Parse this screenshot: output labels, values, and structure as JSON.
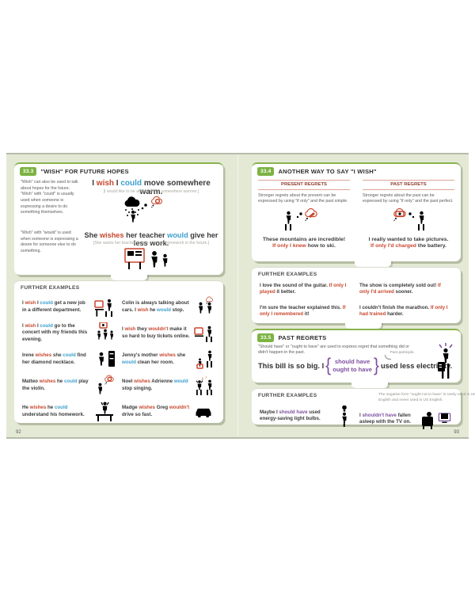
{
  "colors": {
    "accent_green": "#7cb342",
    "wish_red": "#c8472e",
    "modal_blue": "#3d9fce",
    "regret_purple": "#7d4fa0",
    "spread_bg": "#e4e9d6"
  },
  "spread": {
    "left_page": {
      "page_number": "92",
      "module": {
        "number": "33.3",
        "title": "\"WISH\" FOR FUTURE HOPES",
        "note1": "\"Wish\" can also be used to talk about hopes for the future. \"Wish\" with \"could\" is usually used when someone is expressing a desire to do something themselves.",
        "note2": "\"Wish\" with \"would\" is used when someone is expressing a desire for someone else to do something.",
        "sentence1": [
          {
            "t": "I ",
            "c": "k"
          },
          {
            "t": "wish",
            "c": "r"
          },
          {
            "t": " I ",
            "c": "k"
          },
          {
            "t": "could",
            "c": "b"
          },
          {
            "t": " move somewhere warm.",
            "c": "k"
          }
        ],
        "gloss1": "[I would like to be able to move somewhere warmer.]",
        "sentence2": [
          {
            "t": "She ",
            "c": "k"
          },
          {
            "t": "wishes",
            "c": "r"
          },
          {
            "t": " her teacher ",
            "c": "k"
          },
          {
            "t": "would",
            "c": "b"
          },
          {
            "t": " give her less work.",
            "c": "k"
          }
        ],
        "gloss2": "[She wants her teacher to give out less homework in the future.]"
      },
      "further_examples": {
        "title": "FURTHER EXAMPLES",
        "items": [
          {
            "icon": "new-job-icon",
            "segments": [
              {
                "t": "I ",
                "c": "k"
              },
              {
                "t": "wish",
                "c": "r"
              },
              {
                "t": " I ",
                "c": "k"
              },
              {
                "t": "could",
                "c": "b"
              },
              {
                "t": " get a new job in a different department.",
                "c": "k"
              }
            ]
          },
          {
            "icon": "car-talk-icon",
            "segments": [
              {
                "t": "Colin is always talking about cars. I ",
                "c": "k"
              },
              {
                "t": "wish",
                "c": "r"
              },
              {
                "t": " he ",
                "c": "k"
              },
              {
                "t": "would",
                "c": "b"
              },
              {
                "t": " stop.",
                "c": "k"
              }
            ]
          },
          {
            "icon": "concert-icon",
            "segments": [
              {
                "t": "I ",
                "c": "k"
              },
              {
                "t": "wish",
                "c": "r"
              },
              {
                "t": " I ",
                "c": "k"
              },
              {
                "t": "could",
                "c": "b"
              },
              {
                "t": " go to the concert with my friends this evening.",
                "c": "k"
              }
            ]
          },
          {
            "icon": "online-tickets-icon",
            "segments": [
              {
                "t": "I ",
                "c": "k"
              },
              {
                "t": "wish",
                "c": "r"
              },
              {
                "t": " they ",
                "c": "k"
              },
              {
                "t": "wouldn't",
                "c": "r"
              },
              {
                "t": " make it so hard to buy tickets online.",
                "c": "k"
              }
            ]
          },
          {
            "icon": "necklace-search-icon",
            "segments": [
              {
                "t": "Irene ",
                "c": "k"
              },
              {
                "t": "wishes",
                "c": "r"
              },
              {
                "t": " she ",
                "c": "k"
              },
              {
                "t": "could",
                "c": "b"
              },
              {
                "t": " find her diamond necklace.",
                "c": "k"
              }
            ]
          },
          {
            "icon": "clean-room-icon",
            "segments": [
              {
                "t": "Jenny's mother ",
                "c": "k"
              },
              {
                "t": "wishes",
                "c": "r"
              },
              {
                "t": " she ",
                "c": "k"
              },
              {
                "t": "would",
                "c": "b"
              },
              {
                "t": " clean her room.",
                "c": "k"
              }
            ]
          },
          {
            "icon": "violin-daydream-icon",
            "segments": [
              {
                "t": "Matteo ",
                "c": "k"
              },
              {
                "t": "wishes",
                "c": "r"
              },
              {
                "t": " he ",
                "c": "k"
              },
              {
                "t": "could",
                "c": "b"
              },
              {
                "t": " play the violin.",
                "c": "k"
              }
            ]
          },
          {
            "icon": "singing-icon",
            "segments": [
              {
                "t": "Noel ",
                "c": "k"
              },
              {
                "t": "wishes",
                "c": "r"
              },
              {
                "t": " Adrienne ",
                "c": "k"
              },
              {
                "t": "would",
                "c": "b"
              },
              {
                "t": " stop singing.",
                "c": "k"
              }
            ]
          },
          {
            "icon": "homework-icon",
            "segments": [
              {
                "t": "He ",
                "c": "k"
              },
              {
                "t": "wishes",
                "c": "r"
              },
              {
                "t": " he ",
                "c": "k"
              },
              {
                "t": "could",
                "c": "b"
              },
              {
                "t": " understand his homework.",
                "c": "k"
              }
            ]
          },
          {
            "icon": "fast-car-icon",
            "segments": [
              {
                "t": "Madge ",
                "c": "k"
              },
              {
                "t": "wishes",
                "c": "r"
              },
              {
                "t": " Greg ",
                "c": "k"
              },
              {
                "t": "wouldn't",
                "c": "r"
              },
              {
                "t": " drive so fast.",
                "c": "k"
              }
            ]
          }
        ]
      }
    },
    "right_page": {
      "page_number": "93",
      "module_334": {
        "number": "33.4",
        "title": "ANOTHER WAY TO SAY \"I WISH\"",
        "present": {
          "heading": "PRESENT REGRETS",
          "description": "Stronger regrets about the present can be expressed by using \"if only\" and the past simple.",
          "line1": "These mountains are incredible!",
          "line2": [
            {
              "t": "If only I knew",
              "c": "r"
            },
            {
              "t": " how to ski.",
              "c": "k"
            }
          ]
        },
        "past": {
          "heading": "PAST REGRETS",
          "description": "Stronger regrets about the past can be expressed by using \"if only\" and the past perfect.",
          "line1": "I really wanted to take pictures.",
          "line2": [
            {
              "t": "If only I'd charged",
              "c": "r"
            },
            {
              "t": " the battery.",
              "c": "k"
            }
          ]
        }
      },
      "further_examples_334": {
        "title": "FURTHER EXAMPLES",
        "items": [
          {
            "segments": [
              {
                "t": "I love the sound of the guitar. ",
                "c": "k"
              },
              {
                "t": "If only I played",
                "c": "r"
              },
              {
                "t": " it better.",
                "c": "k"
              }
            ]
          },
          {
            "segments": [
              {
                "t": "The show is completely sold out! ",
                "c": "k"
              },
              {
                "t": "If only I'd arrived",
                "c": "r"
              },
              {
                "t": " sooner.",
                "c": "k"
              }
            ]
          },
          {
            "segments": [
              {
                "t": "I'm sure the teacher explained this. ",
                "c": "k"
              },
              {
                "t": "If only I remembered",
                "c": "r"
              },
              {
                "t": " it!",
                "c": "k"
              }
            ]
          },
          {
            "segments": [
              {
                "t": "I couldn't finish the marathon. ",
                "c": "k"
              },
              {
                "t": "If only I had trained",
                "c": "r"
              },
              {
                "t": " harder.",
                "c": "k"
              }
            ]
          }
        ]
      },
      "module_335": {
        "number": "33.5",
        "title": "PAST REGRETS",
        "description": "\"Should have\" or \"ought to have\" are used to express regret that something did or didn't happen in the past.",
        "sentence_prefix": "This bill is so big. I",
        "options": [
          "should have",
          "ought to have"
        ],
        "sentence_suffix": "used less electricity.",
        "annotation": "Past participle."
      },
      "further_examples_335": {
        "title": "FURTHER EXAMPLES",
        "note": "The negative form \"ought not to have\" is rarely used in UK English and never used in US English.",
        "items": [
          {
            "icon": "light-bulb-icon",
            "segments": [
              {
                "t": "Maybe I ",
                "c": "k"
              },
              {
                "t": "should have",
                "c": "p"
              },
              {
                "t": " used energy-saving light bulbs.",
                "c": "k"
              }
            ]
          },
          {
            "icon": "tv-sleep-icon",
            "segments": [
              {
                "t": "I ",
                "c": "k"
              },
              {
                "t": "shouldn't have",
                "c": "p"
              },
              {
                "t": " fallen asleep with the TV on.",
                "c": "k"
              }
            ]
          }
        ]
      }
    }
  }
}
